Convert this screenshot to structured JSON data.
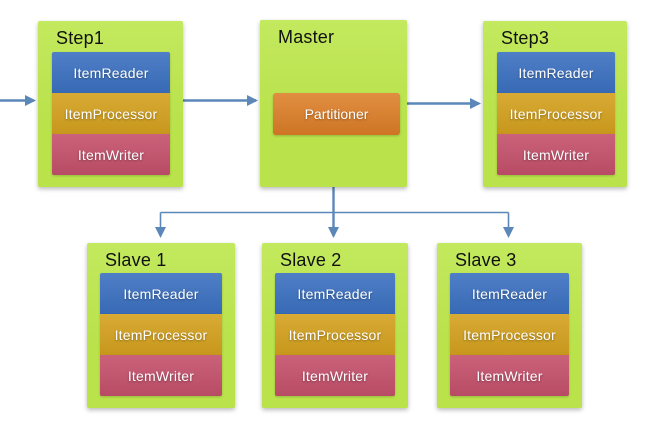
{
  "diagram": {
    "colors": {
      "canvas-bg": "#ffffff",
      "node-green": "#b9e24b",
      "node-green-light": "#c3e95e",
      "reader-blue": "#3b70c0",
      "processor-gold": "#d4a11e",
      "writer-red": "#c4506b",
      "partitioner-orange": "#dd7e27",
      "arrow-blue": "#5c87b9",
      "title-text": "#111111",
      "component-text": "#ffffff"
    },
    "nodes": [
      {
        "title": "Step1",
        "components": [
          "ItemReader",
          "ItemProcessor",
          "ItemWriter"
        ]
      },
      {
        "title": "Master",
        "components": [
          "Partitioner"
        ]
      },
      {
        "title": "Step3",
        "components": [
          "ItemReader",
          "ItemProcessor",
          "ItemWriter"
        ]
      },
      {
        "title": "Slave 1",
        "components": [
          "ItemReader",
          "ItemProcessor",
          "ItemWriter"
        ]
      },
      {
        "title": "Slave 2",
        "components": [
          "ItemReader",
          "ItemProcessor",
          "ItemWriter"
        ]
      },
      {
        "title": "Slave 3",
        "components": [
          "ItemReader",
          "ItemProcessor",
          "ItemWriter"
        ]
      }
    ],
    "connections": [
      {
        "from": "external",
        "to": "Step1"
      },
      {
        "from": "Step1",
        "to": "Master"
      },
      {
        "from": "Master",
        "to": "Step3"
      },
      {
        "from": "Master",
        "to": "Slave 1"
      },
      {
        "from": "Master",
        "to": "Slave 2"
      },
      {
        "from": "Master",
        "to": "Slave 3"
      }
    ]
  }
}
